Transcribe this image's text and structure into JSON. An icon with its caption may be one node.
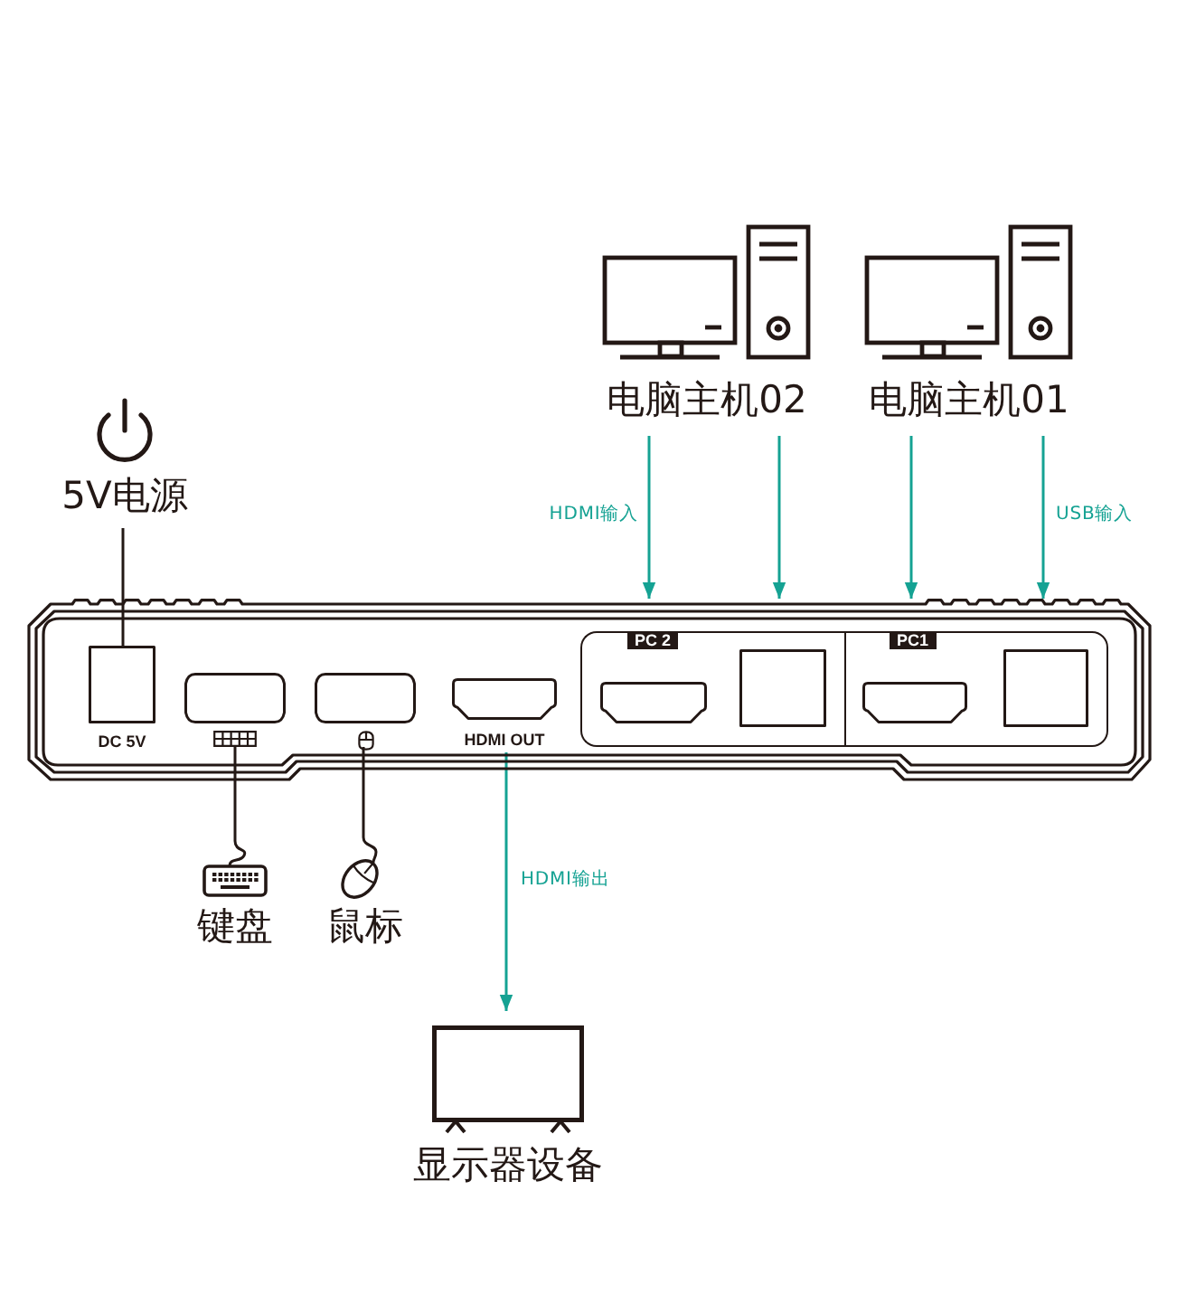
{
  "diagram": {
    "nodes": [
      {
        "text": [
          "5V电源"
        ]
      },
      {
        "text": [
          "电脑主机02"
        ]
      },
      {
        "text": [
          "电脑主机01"
        ]
      },
      {
        "text": [],
        "shape": "box"
      },
      {
        "text": [
          "DC 5V"
        ],
        "in": 3
      },
      {
        "text": [],
        "shape": "box",
        "in": 3
      },
      {
        "text": [],
        "shape": "box",
        "in": 3
      },
      {
        "text": [
          "HDMI OUT"
        ],
        "in": 3
      },
      {
        "text": [
          "PC 2"
        ],
        "in": 3
      },
      {
        "text": [],
        "shape": "box",
        "in": 8
      },
      {
        "text": [],
        "shape": "box",
        "in": 8
      },
      {
        "text": [
          "PC1"
        ],
        "in": 3
      },
      {
        "text": [],
        "shape": "box",
        "in": 11
      },
      {
        "text": [],
        "shape": "box",
        "in": 11
      },
      {
        "text": [
          "键盘"
        ]
      },
      {
        "text": [
          "鼠标"
        ]
      },
      {
        "text": [
          "显示器设备"
        ]
      }
    ],
    "edges": [
      {
        "from": 0,
        "to": 4,
        "arrow": "none",
        "color": "#231815"
      },
      {
        "from": 1,
        "to": 3,
        "arrow": "to",
        "label": "HDMI输入"
      },
      {
        "from": 1,
        "to": 3,
        "arrow": "to"
      },
      {
        "from": 2,
        "to": 3,
        "arrow": "to"
      },
      {
        "from": 2,
        "to": 3,
        "arrow": "to",
        "label": "USB输入"
      },
      {
        "from": 14,
        "to": 5,
        "arrow": "none",
        "color": "#231815"
      },
      {
        "from": 15,
        "to": 6,
        "arrow": "none",
        "color": "#231815"
      },
      {
        "from": 7,
        "to": 16,
        "arrow": "to",
        "label": "HDMI输出"
      }
    ]
  }
}
